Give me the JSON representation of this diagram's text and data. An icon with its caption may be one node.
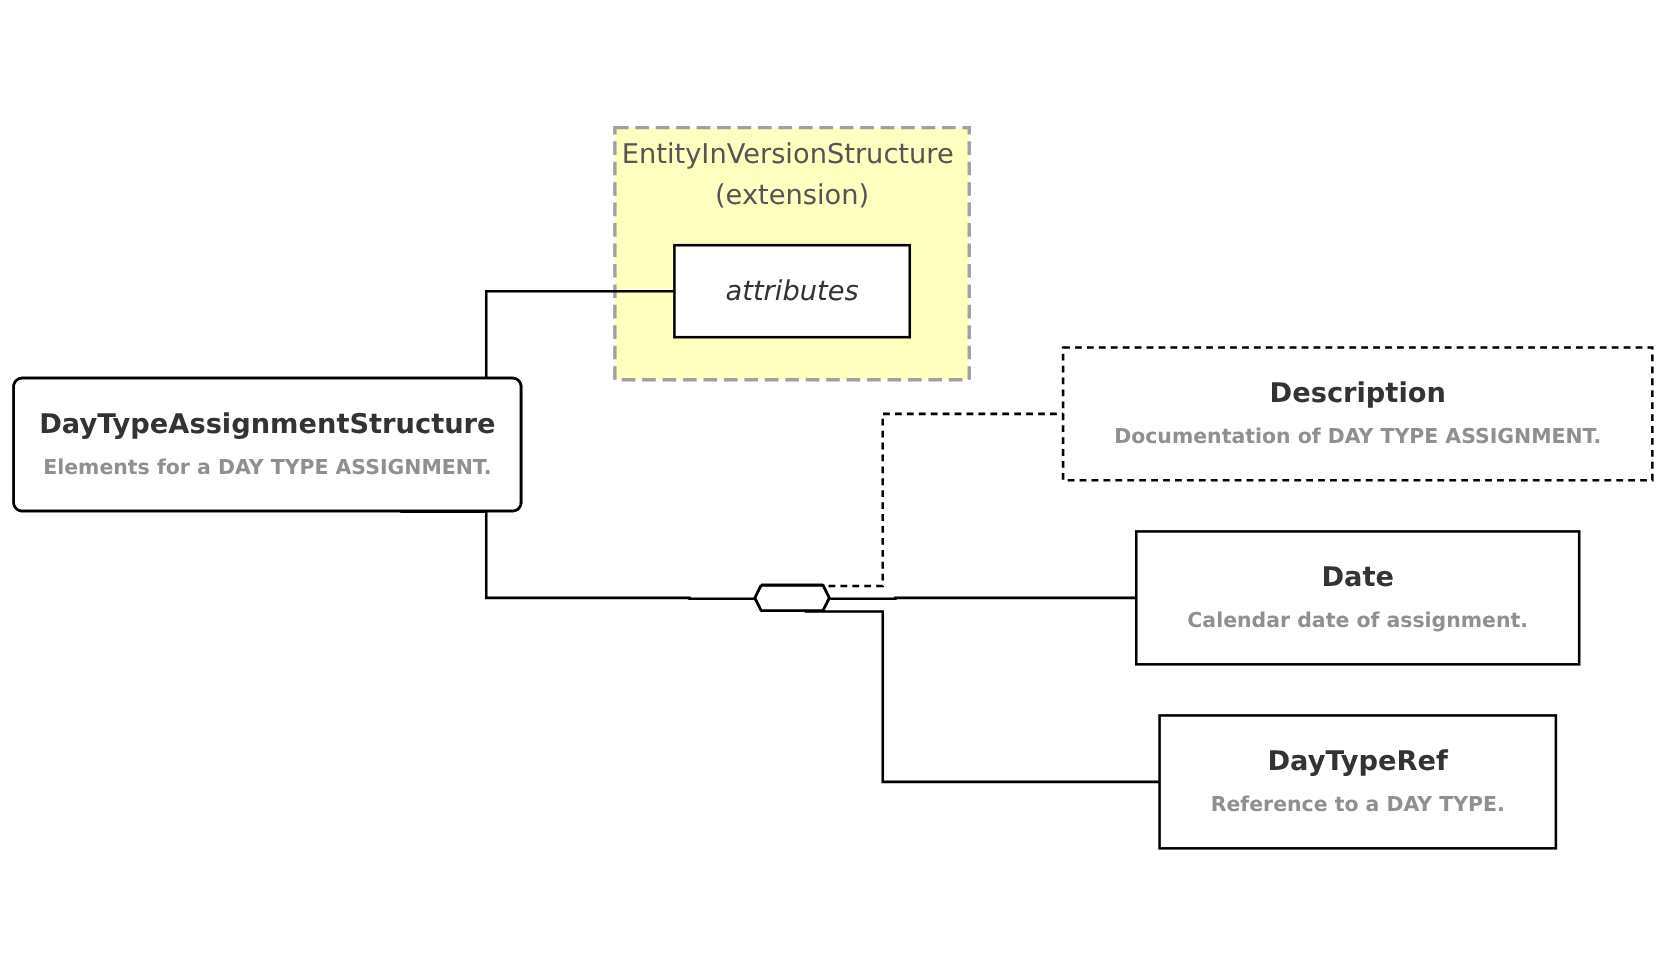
{
  "diagram": {
    "nodes": [
      {
        "text": [
          "DayTypeAssignmentStructure",
          "Elements for a DAY TYPE ASSIGNMENT."
        ]
      },
      {
        "text": [
          "EntityInVersionStructure (extension)"
        ]
      },
      {
        "text": [
          "attributes"
        ],
        "in": 1
      },
      {
        "text": [],
        "shape": "hexagon"
      },
      {
        "text": [
          "Description",
          "Documentation of DAY TYPE ASSIGNMENT."
        ]
      },
      {
        "text": [
          "Date",
          "Calendar date of assignment."
        ]
      },
      {
        "text": [
          "DayTypeRef",
          "Reference to a DAY TYPE."
        ]
      }
    ],
    "edges": [
      {
        "from": 0,
        "to": 2,
        "arrow": "none"
      },
      {
        "from": 0,
        "to": 3,
        "arrow": "none"
      },
      {
        "from": 3,
        "to": 4,
        "arrow": "none",
        "style": "dashed"
      },
      {
        "from": 3,
        "to": 5,
        "arrow": "none"
      },
      {
        "from": 3,
        "to": 6,
        "arrow": "none"
      }
    ]
  }
}
